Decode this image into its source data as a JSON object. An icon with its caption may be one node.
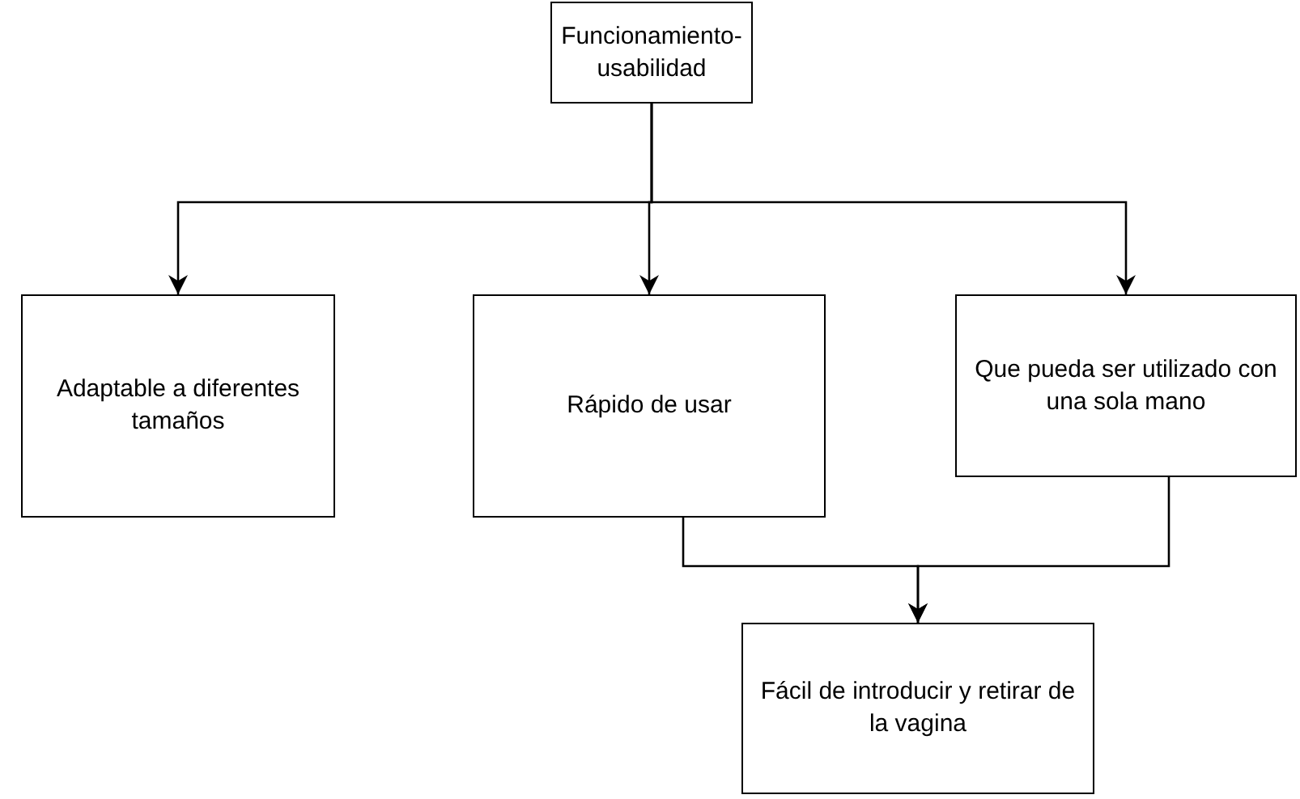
{
  "diagram": {
    "nodes": [
      {
        "text": [
          "Funcionamiento-usabilidad"
        ]
      },
      {
        "text": [
          "Adaptable a diferentes tamaños"
        ]
      },
      {
        "text": [
          "Rápido de usar"
        ]
      },
      {
        "text": [
          "Que pueda ser utilizado con una sola mano"
        ]
      },
      {
        "text": [
          "Fácil de introducir y retirar de la vagina"
        ]
      }
    ],
    "edges": [
      {
        "from": 0,
        "to": 1,
        "arrow": "to"
      },
      {
        "from": 0,
        "to": 2,
        "arrow": "to"
      },
      {
        "from": 0,
        "to": 3,
        "arrow": "to"
      },
      {
        "from": 2,
        "to": 4,
        "arrow": "to"
      },
      {
        "from": 3,
        "to": 4,
        "arrow": "to"
      }
    ]
  }
}
